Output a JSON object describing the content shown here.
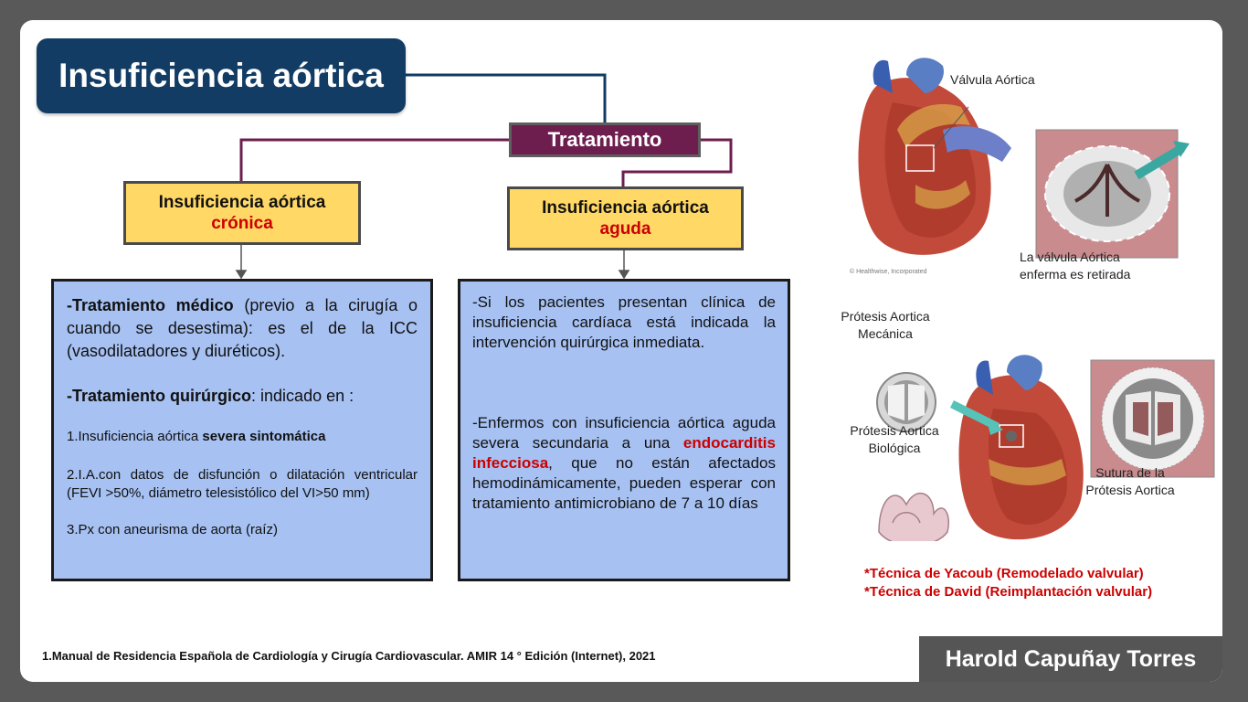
{
  "title": "Insuficiencia aórtica",
  "tratamiento": "Tratamiento",
  "cronica": {
    "heading_line1": "Insuficiencia aórtica",
    "heading_line2": "crónica",
    "medico_label": "-Tratamiento médico",
    "medico_text": " (previo a la cirugía o cuando se desestima): es el de la ICC (vasodilatadores y diuréticos).",
    "quirurgico_label": "-Tratamiento quirúrgico",
    "quirurgico_text": ": indicado en :",
    "item1_text": "1.Insuficiencia aórtica ",
    "item1_bold": "severa sintomática",
    "item2": "2.I.A.con datos de disfunción o dilatación ventricular (FEVI >50%, diámetro telesistólico del VI>50 mm)",
    "item3": "3.Px con aneurisma de aorta (raíz)"
  },
  "aguda": {
    "heading_line1": "Insuficiencia aórtica",
    "heading_line2": "aguda",
    "para1": "-Si los pacientes presentan clínica de insuficiencia cardíaca está indicada la intervención quirúrgica inmediata.",
    "para2_a": "-Enfermos con insuficiencia aórtica aguda severa secundaria a una ",
    "para2_red": "endocarditis infecciosa",
    "para2_b": ", que no están afectados hemodinámicamente, pueden esperar con tratamiento antimicrobiano de 7 a 10 días"
  },
  "images": {
    "valvula_label": "Válvula Aórtica",
    "retirada_line1": "La válvula Aórtica",
    "retirada_line2": "enferma es retirada",
    "credit": "© Healthwise, Incorporated",
    "mecanica_line1": "Prótesis Aortica",
    "mecanica_line2": "Mecánica",
    "biologica_line1": "Prótesis Aortica",
    "biologica_line2": "Biológica",
    "sutura_line1": "Sutura de la",
    "sutura_line2": "Prótesis Aortica"
  },
  "tecnicas": {
    "yacoub": "*Técnica de Yacoub (Remodelado valvular)",
    "david": "*Técnica de David (Reimplantación valvular)"
  },
  "footnote": "1.Manual de Residencia Española de Cardiología y Cirugía Cardiovascular. AMIR 14 ° Edición  (Internet), 2021",
  "author": "Harold Capuñay Torres",
  "colors": {
    "title_bg": "#123c63",
    "tratamiento_bg": "#6e1e4e",
    "subheading_bg": "#ffd866",
    "content_bg": "#a6c1f2",
    "accent_red": "#cc0000",
    "author_bg": "#555555"
  }
}
